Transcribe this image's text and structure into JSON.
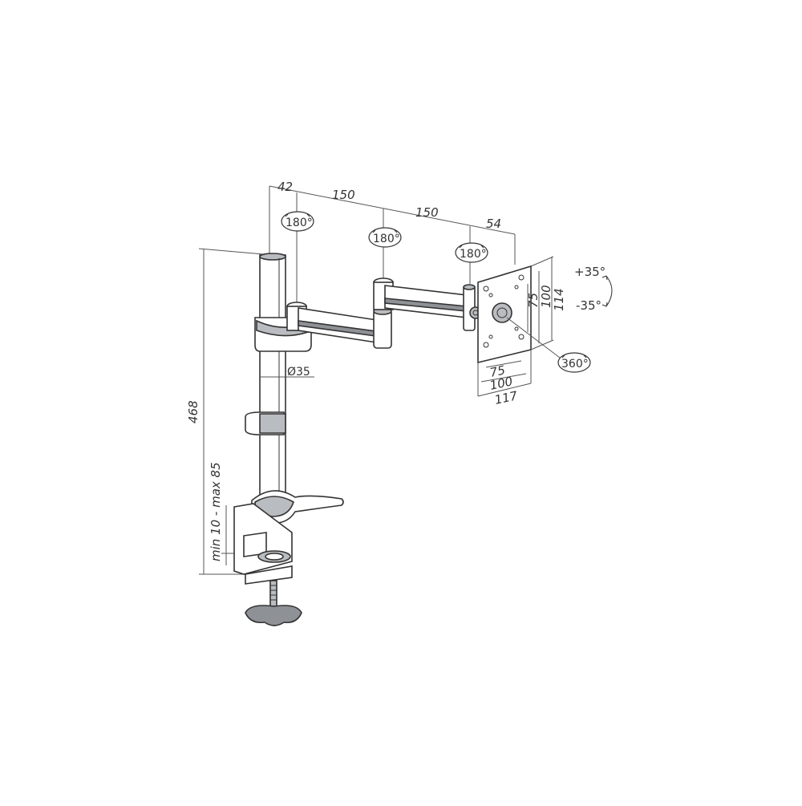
{
  "dimensions": {
    "seg_42": "42",
    "seg_150_a": "150",
    "seg_150_b": "150",
    "seg_54": "54",
    "height_468": "468",
    "pole_diameter": "Ø35",
    "clamp_range": "min 10 - max 85",
    "vesa_75_v": "75",
    "vesa_100_v": "100",
    "plate_114": "114",
    "vesa_75_h": "75",
    "vesa_100_h": "100",
    "plate_117": "117"
  },
  "rotations": {
    "pole_swivel": "180°",
    "arm_mid_swivel": "180°",
    "arm_end_swivel": "180°",
    "plate_rotation": "360°",
    "tilt_up": "+35°",
    "tilt_down": "-35°"
  },
  "colors": {
    "line": "#333333",
    "metal_light": "#b9bcc0",
    "metal_dark": "#8e9196"
  }
}
